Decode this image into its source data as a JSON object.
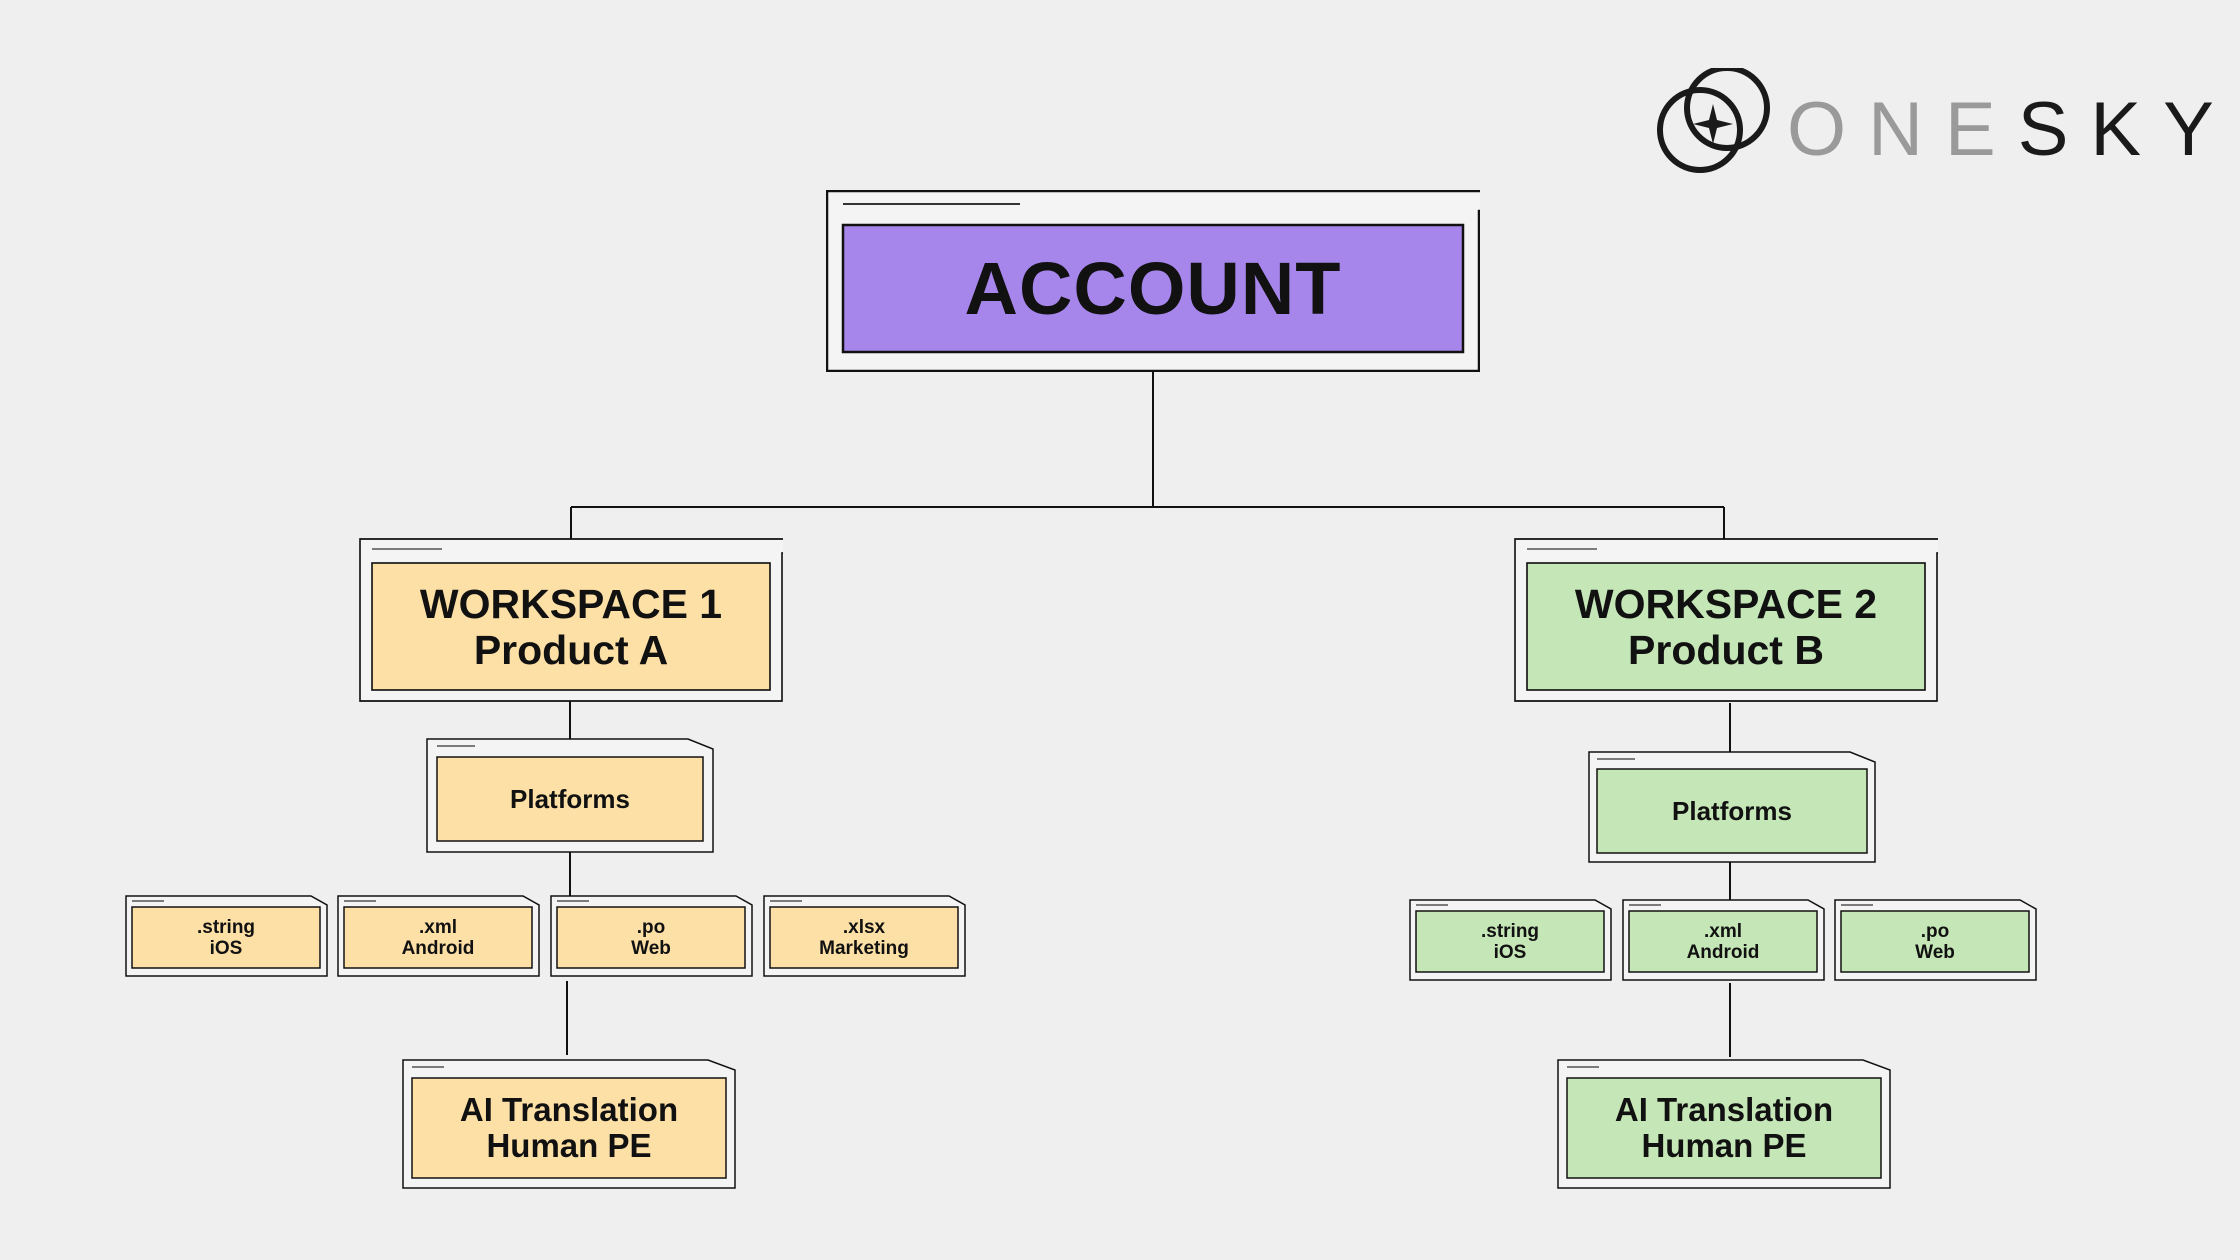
{
  "colors": {
    "background": "#efefef",
    "account": "#a786ec",
    "workspace_a": "#fde0a6",
    "workspace_b": "#c5e6b6",
    "line": "#111111",
    "logo_light": "#9a9a9a",
    "logo_dark": "#1a1a1a"
  },
  "logo": {
    "icon": "interlocked-rings-icon",
    "light_part": "ONE",
    "dark_part": "SKY"
  },
  "account": {
    "line1": "ACCOUNT"
  },
  "workspace1": {
    "title": "WORKSPACE 1",
    "subtitle": "Product A",
    "platforms": "Platforms",
    "files": [
      {
        "ext": ".string",
        "platform": "iOS"
      },
      {
        "ext": ".xml",
        "platform": "Android"
      },
      {
        "ext": ".po",
        "platform": "Web"
      },
      {
        "ext": ".xlsx",
        "platform": "Marketing"
      }
    ],
    "process": {
      "line1": "AI Translation",
      "line2": "Human PE"
    }
  },
  "workspace2": {
    "title": "WORKSPACE 2",
    "subtitle": "Product B",
    "platforms": "Platforms",
    "files": [
      {
        "ext": ".string",
        "platform": "iOS"
      },
      {
        "ext": ".xml",
        "platform": "Android"
      },
      {
        "ext": ".po",
        "platform": "Web"
      }
    ],
    "process": {
      "line1": "AI Translation",
      "line2": "Human PE"
    }
  }
}
